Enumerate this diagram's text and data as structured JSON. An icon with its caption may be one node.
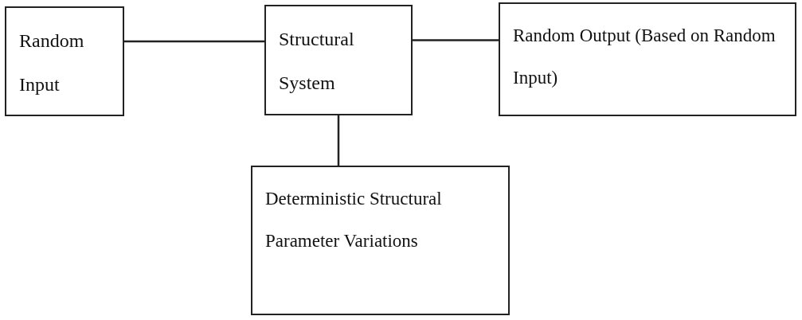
{
  "diagram": {
    "nodes": [
      {
        "text": [
          "Random Input"
        ]
      },
      {
        "text": [
          "Structural System"
        ]
      },
      {
        "text": [
          "Random Output (Based on Random Input)"
        ]
      },
      {
        "text": [
          "Deterministic Structural Parameter Variations"
        ]
      }
    ],
    "edges": [
      {
        "from": 0,
        "to": 1,
        "arrow": "none"
      },
      {
        "from": 1,
        "to": 2,
        "arrow": "none"
      },
      {
        "from": 1,
        "to": 3,
        "arrow": "none"
      }
    ]
  }
}
